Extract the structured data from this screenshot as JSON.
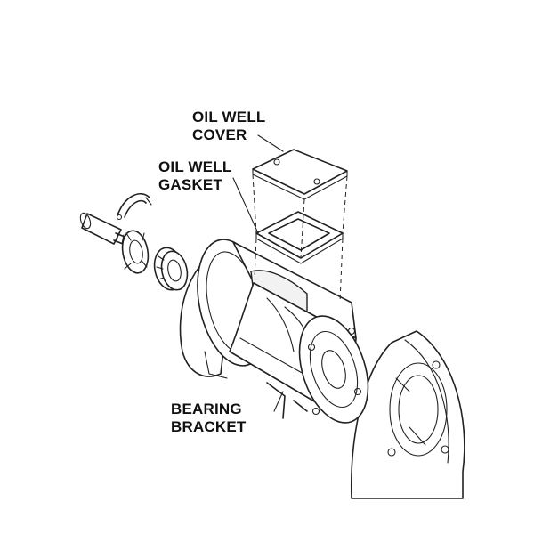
{
  "labels": {
    "oil_well_cover_line1": "OIL WELL",
    "oil_well_cover_line2": "COVER",
    "oil_well_gasket_line1": "OIL WELL",
    "oil_well_gasket_line2": "GASKET",
    "bearing_bracket_line1": "BEARING",
    "bearing_bracket_line2": "BRACKET"
  },
  "colors": {
    "line": "#222222",
    "background": "#ffffff",
    "text": "#111111"
  }
}
